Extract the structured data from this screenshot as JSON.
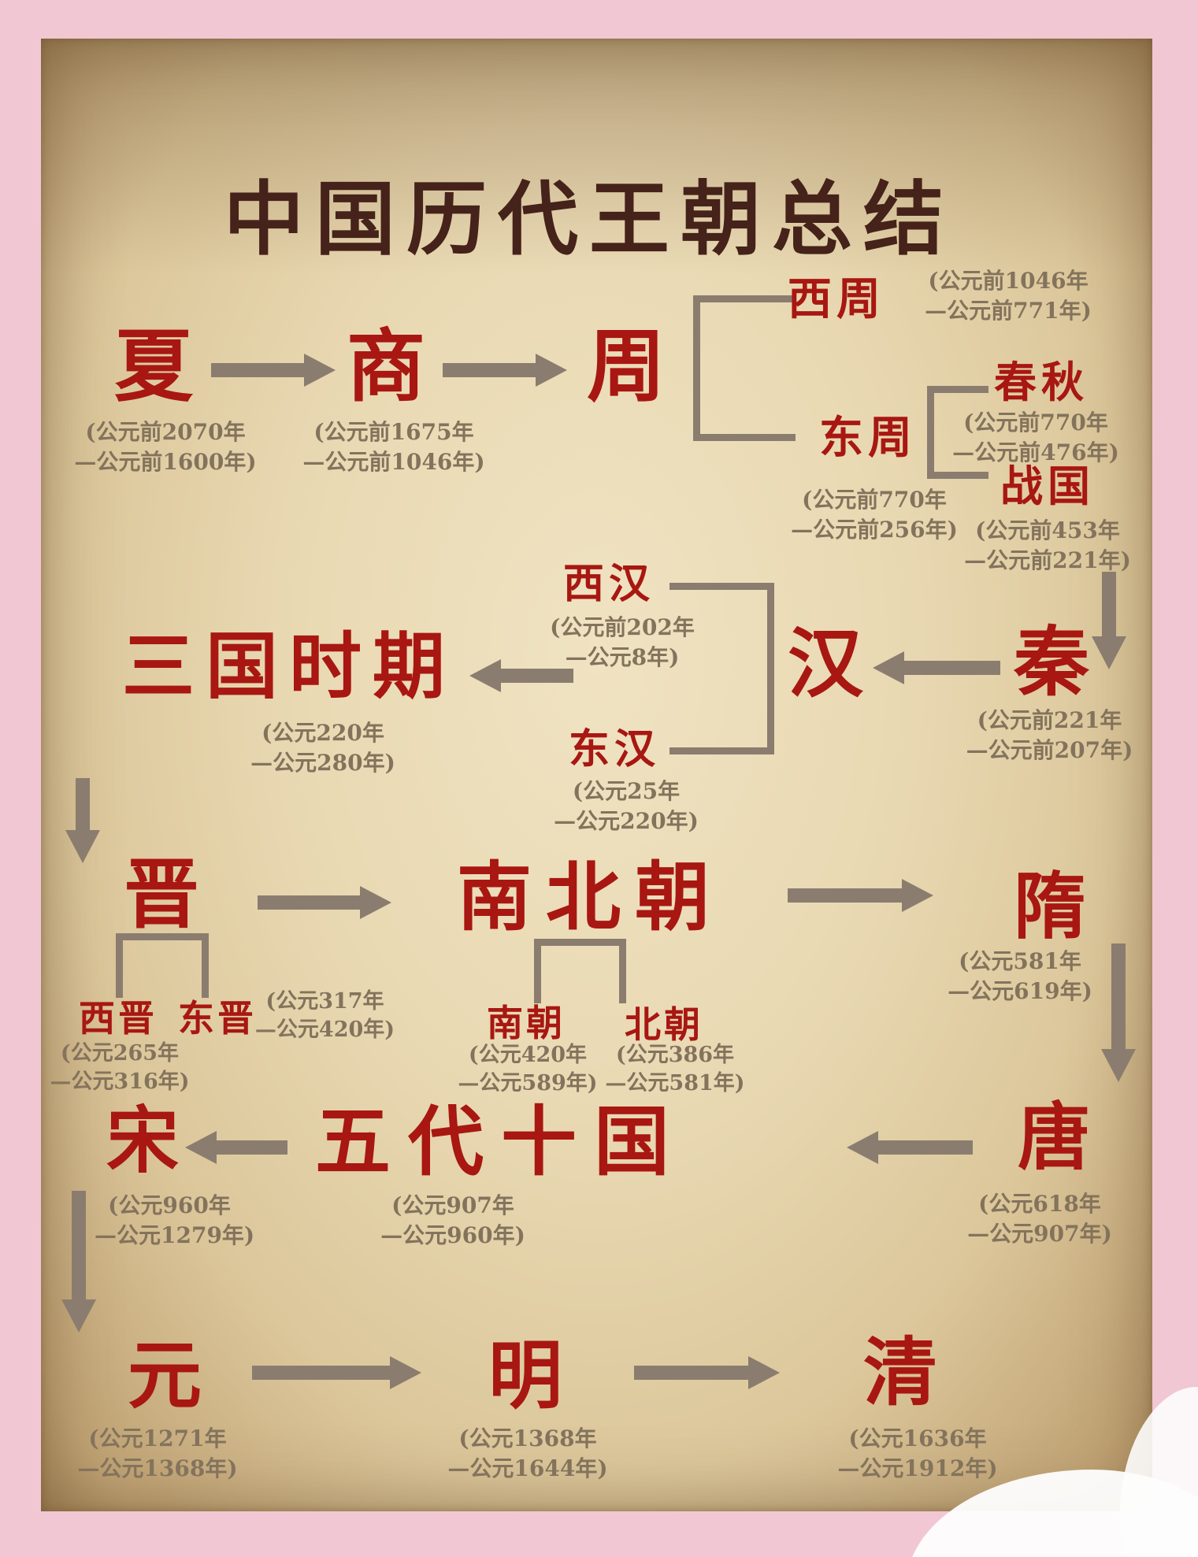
{
  "title": "中国历代王朝总结",
  "palette": {
    "background_pink": "#f1c7d3",
    "paper_light": "#f0e3c2",
    "paper_dark": "#ac8e61",
    "dynasty_red": "#a81712",
    "title_brown": "#45221a",
    "date_gray": "#84735c",
    "arrow_gray": "#8a7d6f",
    "blob_white": "#fefefe"
  },
  "dynasties": {
    "xia": {
      "label": "夏",
      "date1": "(公元前2070年",
      "date2": "—公元前1600年)"
    },
    "shang": {
      "label": "商",
      "date1": "(公元前1675年",
      "date2": "—公元前1046年)"
    },
    "zhou": {
      "label": "周"
    },
    "xizhou": {
      "label": "西周",
      "date1": "(公元前1046年",
      "date2": "—公元前771年)"
    },
    "dongzhou": {
      "label": "东周",
      "date1": "(公元前770年",
      "date2": "—公元前256年)"
    },
    "chunqiu": {
      "label": "春秋",
      "date1": "(公元前770年",
      "date2": "—公元前476年)"
    },
    "zhanguo": {
      "label": "战国",
      "date1": "(公元前453年",
      "date2": "—公元前221年)"
    },
    "qin": {
      "label": "秦",
      "date1": "(公元前221年",
      "date2": "—公元前207年)"
    },
    "han": {
      "label": "汉"
    },
    "xihan": {
      "label": "西汉",
      "date1": "(公元前202年",
      "date2": "—公元8年)"
    },
    "donghan": {
      "label": "东汉",
      "date1": "(公元25年",
      "date2": "—公元220年)"
    },
    "sanguo": {
      "label": "三国时期",
      "date1": "(公元220年",
      "date2": "—公元280年)"
    },
    "jin": {
      "label": "晋"
    },
    "xijin": {
      "label": "西晋",
      "date1": "(公元265年",
      "date2": "—公元316年)"
    },
    "dongjin": {
      "label": "东晋",
      "date1": "(公元317年",
      "date2": "—公元420年)"
    },
    "nanbeichao": {
      "label": "南北朝"
    },
    "nanchao": {
      "label": "南朝",
      "date1": "(公元420年",
      "date2": "—公元589年)"
    },
    "beichao": {
      "label": "北朝",
      "date1": "(公元386年",
      "date2": "—公元581年)"
    },
    "sui": {
      "label": "隋",
      "date1": "(公元581年",
      "date2": "—公元619年)"
    },
    "tang": {
      "label": "唐",
      "date1": "(公元618年",
      "date2": "—公元907年)"
    },
    "wudaishiguo": {
      "label": "五代十国",
      "date1": "(公元907年",
      "date2": "—公元960年)"
    },
    "song": {
      "label": "宋",
      "date1": "(公元960年",
      "date2": "—公元1279年)"
    },
    "yuan": {
      "label": "元",
      "date1": "(公元1271年",
      "date2": "—公元1368年)"
    },
    "ming": {
      "label": "明",
      "date1": "(公元1368年",
      "date2": "—公元1644年)"
    },
    "qing": {
      "label": "清",
      "date1": "(公元1636年",
      "date2": "—公元1912年)"
    }
  }
}
